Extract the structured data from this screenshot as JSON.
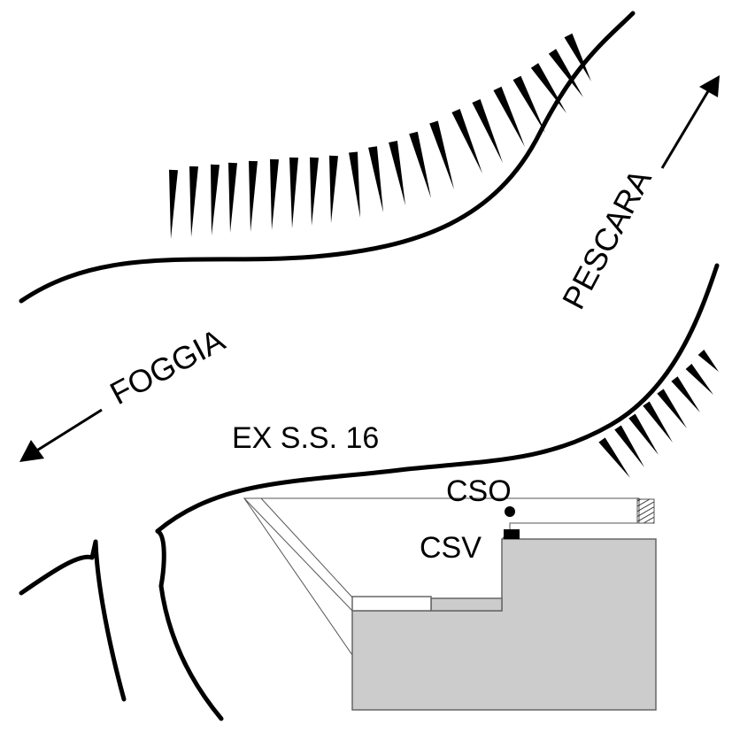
{
  "labels": {
    "road": "EX S.S. 16",
    "to_south": "FOGGIA",
    "to_north": "PESCARA",
    "station_cso": "CSO",
    "station_csv": "CSV"
  },
  "colors": {
    "ink": "#000000",
    "building": "#cccccc",
    "building_edge": "#666666",
    "background": "#ffffff"
  }
}
